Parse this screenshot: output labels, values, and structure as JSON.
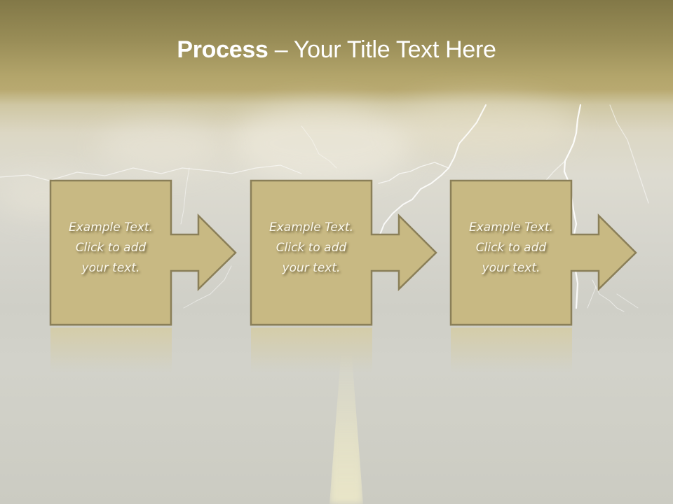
{
  "slide": {
    "title": {
      "bold": "Process",
      "rest": " – Your Title Text Here"
    },
    "steps": [
      {
        "line1": "Example Text.",
        "line2": "Click  to add",
        "line3": "your text."
      },
      {
        "line1": "Example Text.",
        "line2": "Click  to add",
        "line3": "your text."
      },
      {
        "line1": "Example Text.",
        "line2": "Click  to add",
        "line3": "your text."
      }
    ],
    "colors": {
      "header_top": "#827847",
      "header_bottom": "#b8a970",
      "shape_fill": "#c8b983",
      "shape_border": "#8a7f58",
      "text": "#fbf8ec"
    }
  }
}
